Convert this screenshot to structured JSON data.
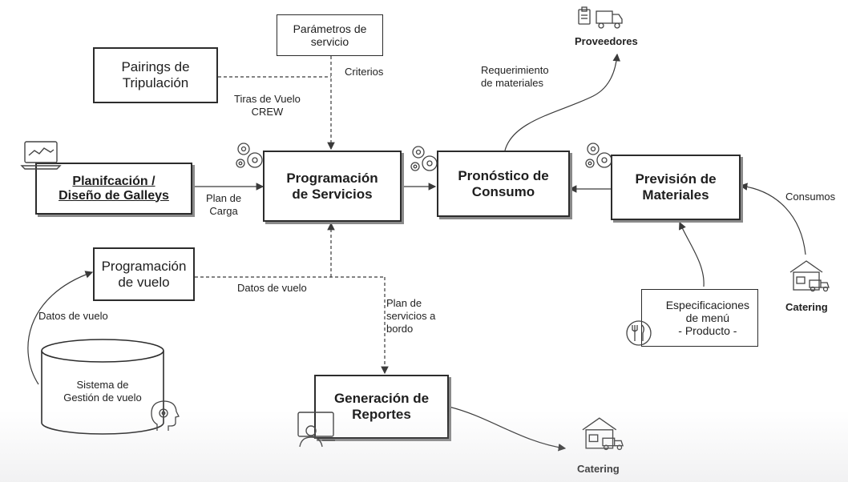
{
  "nodes": {
    "parametros": "Parámetros de\nservicio",
    "pairings": "Pairings de\nTripulación",
    "planificacion": "Planifcación /\nDiseño de Galleys",
    "programacion_servicios": "Programación\nde Servicios",
    "pronostico": "Pronóstico de\nConsumo",
    "prevision": "Previsión de\nMateriales",
    "programacion_vuelo": "Programación\nde vuelo",
    "sistema": "Sistema de\nGestión de vuelo",
    "especificaciones": "Especificaciones\nde menú\n- Producto -",
    "generacion": "Generación de\nReportes",
    "proveedores": "Proveedores",
    "catering_right": "Catering",
    "catering_bottom": "Catering"
  },
  "edges": {
    "criterios": "Criterios",
    "tiras": "Tiras de Vuelo\nCREW",
    "plan_carga": "Plan de\nCarga",
    "requerimiento": "Requerimiento\nde materiales",
    "consumos": "Consumos",
    "datos_vuelo_left": "Datos de vuelo",
    "datos_vuelo_mid": "Datos de vuelo",
    "plan_servicios": "Plan de\nservicios a\nbordo"
  },
  "colors": {
    "line": "#3a3a3a",
    "box_border": "#2c2c2c",
    "icon": "#444444"
  }
}
